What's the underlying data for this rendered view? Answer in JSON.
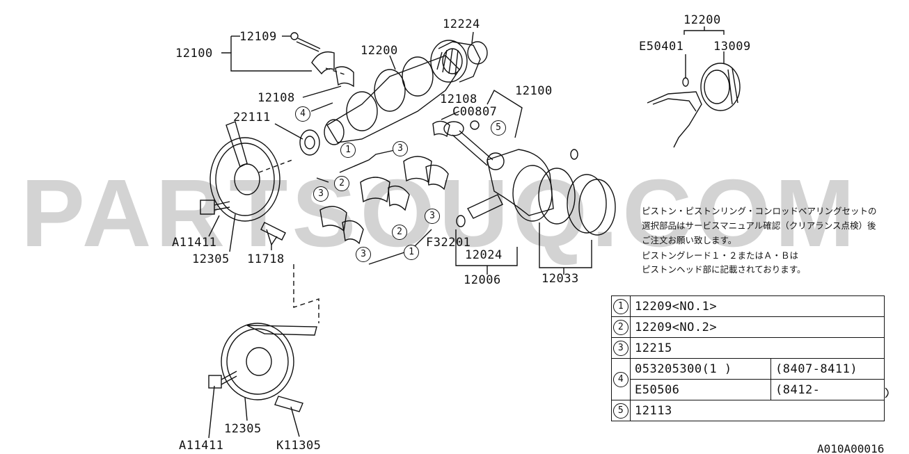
{
  "watermark": "PARTSOUQ.COM",
  "labels": {
    "p12100_left": "12100",
    "p12109": "12109",
    "p12108_left": "12108",
    "p22111": "22111",
    "p12200_center": "12200",
    "p12224": "12224",
    "p12108_right": "12108",
    "p12100_right": "12100",
    "pC00807": "C00807",
    "pA11411_top": "A11411",
    "p12305_top": "12305",
    "p11718": "11718",
    "pF32201": "F32201",
    "p12024": "12024",
    "p12006": "12006",
    "p12033": "12033",
    "p12200_right": "12200",
    "pE50401": "E50401",
    "p13009": "13009",
    "pA11411_bottom": "A11411",
    "p12305_bottom": "12305",
    "pK11305": "K11305"
  },
  "circles": {
    "c4_crank": "4",
    "c1_top": "1",
    "c3_top": "3",
    "c5_rod": "5",
    "c2_left": "2",
    "c3_left": "3",
    "c3_right": "3",
    "c2_lower": "2",
    "c3_lower": "3",
    "c1_bottom": "1"
  },
  "note_lines": [
    "ピストン・ピストンリング・コンロッドベアリングセットの",
    "選択部品はサービスマニュアル確認（クリアランス点検）後",
    "ご注文お願い致します。",
    "ピストングレード１・２またはＡ・Ｂは",
    "ピストンヘッド部に記載されております。"
  ],
  "legend": {
    "row1": {
      "num": "1",
      "text": "12209<NO.1>"
    },
    "row2": {
      "num": "2",
      "text": "12209<NO.2>"
    },
    "row3": {
      "num": "3",
      "text": "12215"
    },
    "row4": {
      "num": "4",
      "a_part": "053205300(1 )",
      "a_range": "(8407-8411)",
      "b_part": "E50506",
      "b_range": "(8412-"
    },
    "row5": {
      "num": "5",
      "text": "12113"
    }
  },
  "footer_code": "A010A00016"
}
